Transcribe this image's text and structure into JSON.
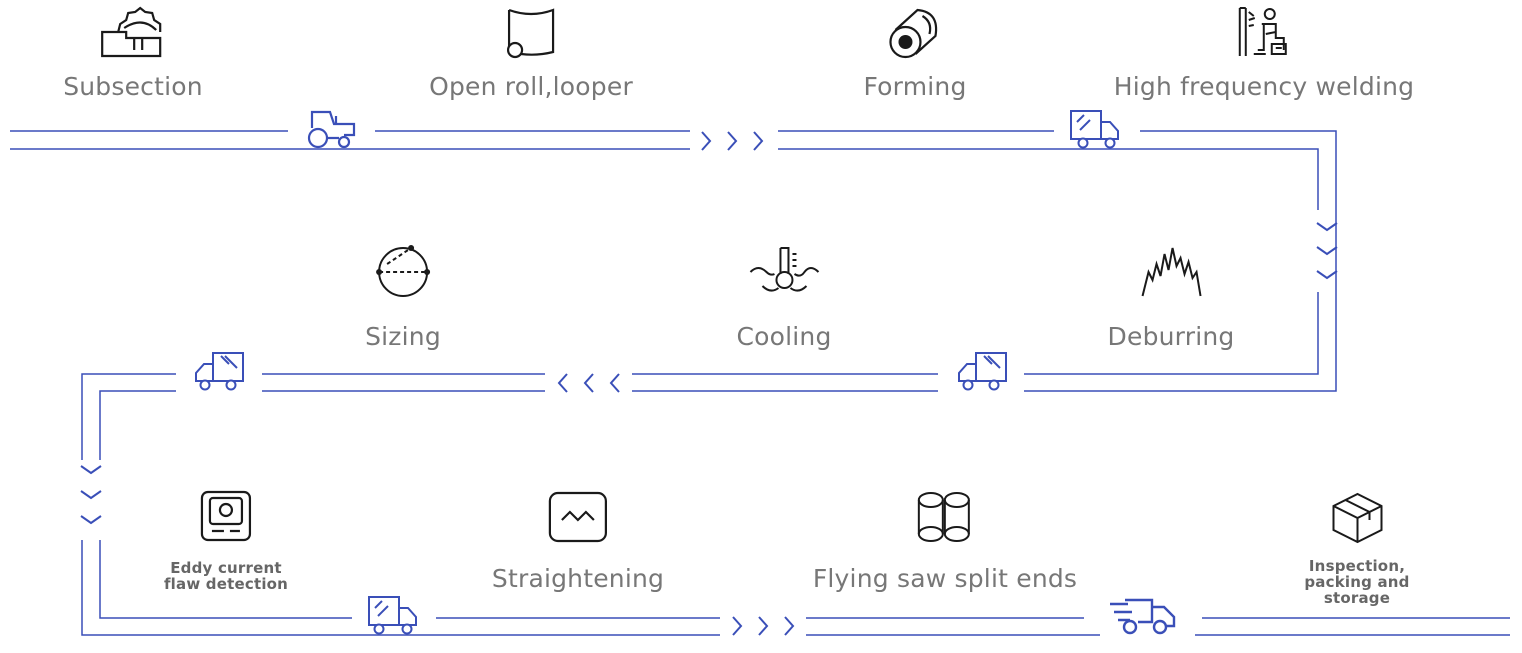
{
  "accent_color": "#3a4fb8",
  "icon_color": "#1a1a1a",
  "text_color": "#777777",
  "steps": [
    {
      "id": "subsection",
      "label": "Subsection",
      "icon": "saw-blade-icon"
    },
    {
      "id": "open-roll",
      "label": "Open roll,looper",
      "icon": "sheet-roll-icon"
    },
    {
      "id": "forming",
      "label": "Forming",
      "icon": "coil-icon"
    },
    {
      "id": "welding",
      "label": "High frequency welding",
      "icon": "welder-icon"
    },
    {
      "id": "deburring",
      "label": "Deburring",
      "icon": "burr-flame-icon"
    },
    {
      "id": "cooling",
      "label": "Cooling",
      "icon": "thermometer-water-icon"
    },
    {
      "id": "sizing",
      "label": "Sizing",
      "icon": "sizing-circle-icon"
    },
    {
      "id": "eddy",
      "label": "Eddy current\nflaw detection",
      "icon": "detector-screen-icon"
    },
    {
      "id": "straightening",
      "label": "Straightening",
      "icon": "wave-panel-icon"
    },
    {
      "id": "flying-saw",
      "label": "Flying saw split ends",
      "icon": "cylinders-icon"
    },
    {
      "id": "inspection",
      "label": "Inspection,\npacking and storage",
      "icon": "box-icon"
    }
  ],
  "conveyor_icons": [
    "tractor-icon",
    "truck-icon",
    "delivery-truck-icon"
  ],
  "direction_icons": [
    "chevrons-right-icon",
    "chevrons-down-icon",
    "chevrons-left-icon"
  ]
}
